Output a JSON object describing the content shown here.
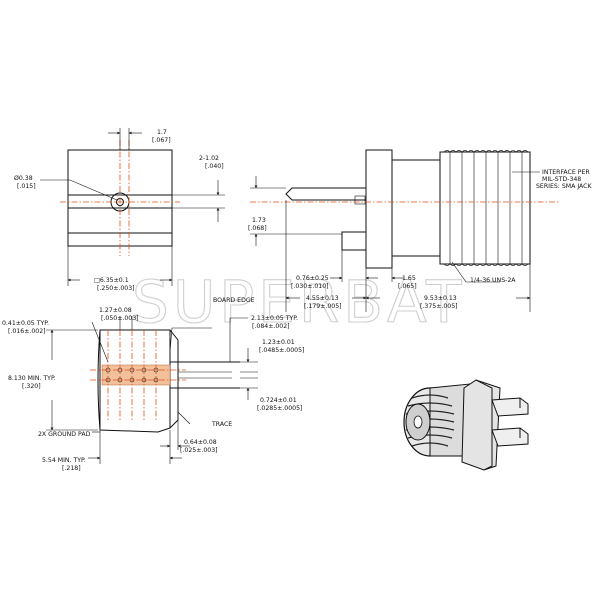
{
  "watermark": "SUPERBAT",
  "labels": {
    "top_left": {
      "d17": "1.7",
      "d17_in": "[.067]",
      "d038": "Ø0.38",
      "d038_in": "[.015]",
      "d102": "2-1.02",
      "d102_in": "[.040]",
      "d635": "□6.35±0.1",
      "d635_in": "[.250±.003]"
    },
    "side": {
      "interface1": "INTERFACE PER",
      "interface2": "MIL-STD-348",
      "interface3": "SERIES: SMA JACK",
      "d173": "1.73",
      "d173_in": "[.068]",
      "d076": "0.76±0.25",
      "d076_in": "[.030±.010]",
      "d165": "1.65",
      "d165_in": "[.065]",
      "thread": "1/4-36 UNS-2A",
      "d455": "4.55±0.13",
      "d455_in": "[.179±.005]",
      "d953": "9.53±0.13",
      "d953_in": "[.375±.005]"
    },
    "footprint": {
      "d041": "0.41±0.05 TYP.",
      "d041_in": "[.016±.002]",
      "d127": "1.27±0.08",
      "d127_in": "[.050±.003]",
      "board_edge": "BOARD EDGE",
      "d213": "2.13±0.05 TYP.",
      "d213_in": "[.084±.002]",
      "d8130": "8.130 MIN. TYP.",
      "d8130_in": "[.320]",
      "d123": "1.23±0.01",
      "d123_in": "[.0485±.0005]",
      "d0724": "0.724±0.01",
      "d0724_in": "[.0285±.0005]",
      "trace": "TRACE",
      "ground_pad": "2X GROUND PAD",
      "d064": "0.64±0.08",
      "d064_in": "[.025±.003]",
      "d554": "5.54 MIN. TYP.",
      "d554_in": "[.218]"
    }
  }
}
